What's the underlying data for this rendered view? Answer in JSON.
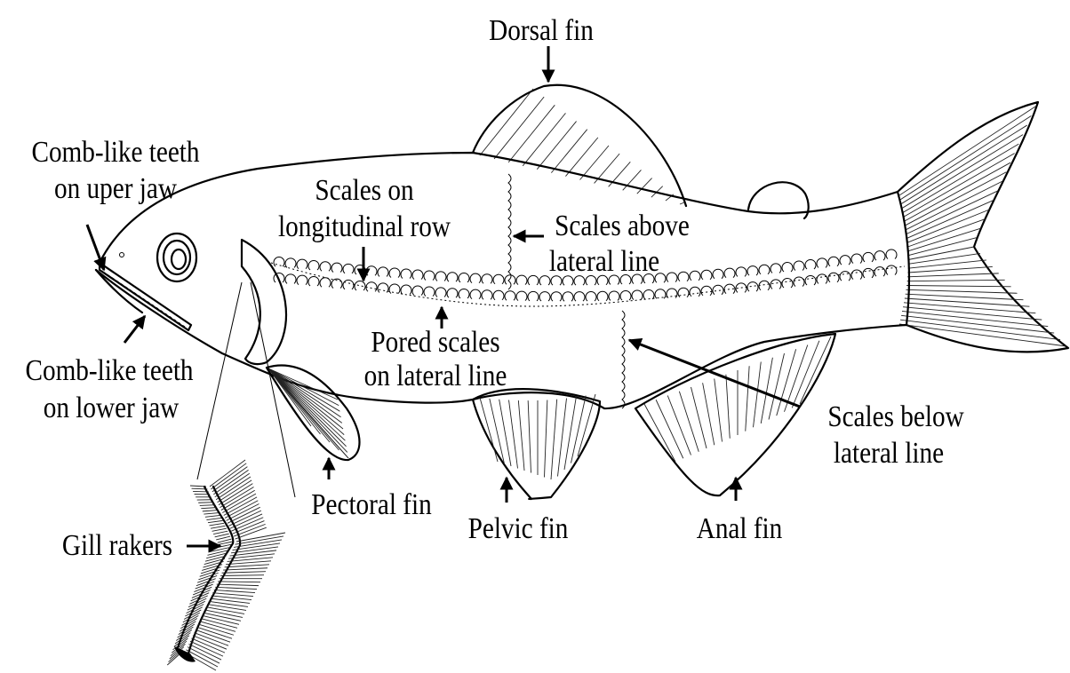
{
  "labels": {
    "dorsal_fin": "Dorsal fin",
    "upper_teeth_1": "Comb-like teeth",
    "upper_teeth_2": "on uper jaw",
    "lower_teeth_1": "Comb-like teeth",
    "lower_teeth_2": "on lower jaw",
    "long_row_1": "Scales on",
    "long_row_2": "longitudinal row",
    "above_ll_1": "Scales above",
    "above_ll_2": "lateral line",
    "pored_1": "Pored scales",
    "pored_2": "on lateral line",
    "below_ll_1": "Scales below",
    "below_ll_2": "lateral line",
    "gill_rakers": "Gill rakers",
    "pectoral_fin": "Pectoral fin",
    "pelvic_fin": "Pelvic fin",
    "anal_fin": "Anal fin"
  }
}
